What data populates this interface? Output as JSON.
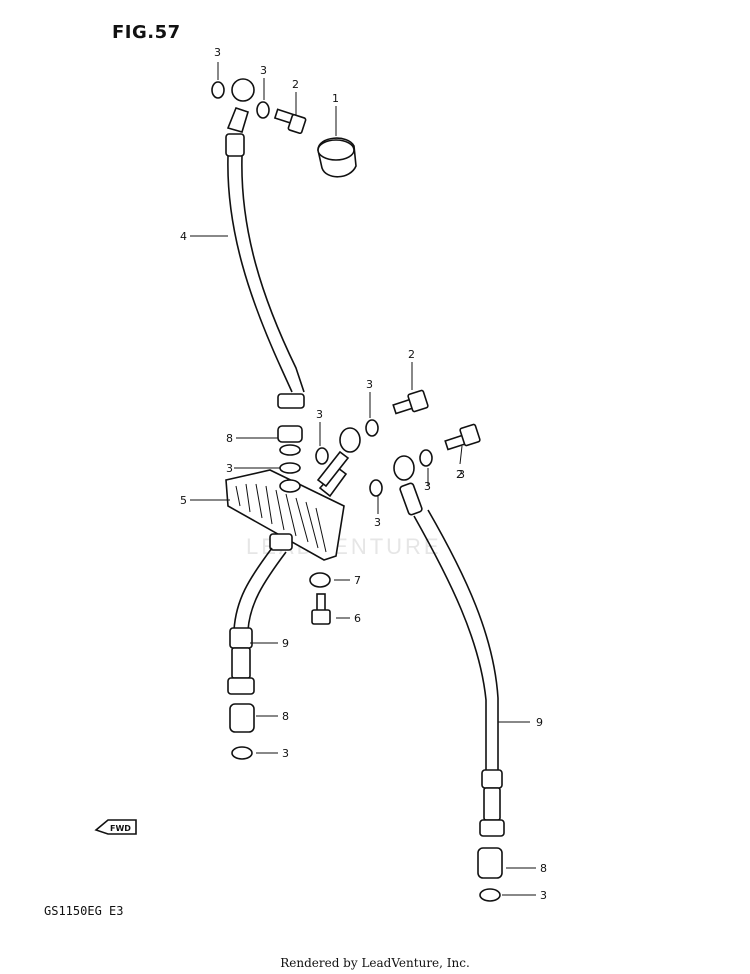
{
  "figure_title": "FIG.57",
  "model_code": "GS1150EG E3",
  "footer": "Rendered by LeadVenture, Inc.",
  "watermark": "LEADVENTURE",
  "fwd_label": "FWD",
  "callouts": [
    {
      "id": "c1",
      "label": "3"
    },
    {
      "id": "c2",
      "label": "3"
    },
    {
      "id": "c3",
      "label": "2"
    },
    {
      "id": "c4",
      "label": "1"
    },
    {
      "id": "c5",
      "label": "4"
    },
    {
      "id": "c6",
      "label": "2"
    },
    {
      "id": "c7",
      "label": "3"
    },
    {
      "id": "c8",
      "label": "3"
    },
    {
      "id": "c9",
      "label": "8"
    },
    {
      "id": "c10",
      "label": "3"
    },
    {
      "id": "c11",
      "label": "2"
    },
    {
      "id": "c12",
      "label": "3"
    },
    {
      "id": "c13",
      "label": "5"
    },
    {
      "id": "c14",
      "label": "3"
    },
    {
      "id": "c15",
      "label": "7"
    },
    {
      "id": "c16",
      "label": "6"
    },
    {
      "id": "c17",
      "label": "9"
    },
    {
      "id": "c18",
      "label": "8"
    },
    {
      "id": "c19",
      "label": "3"
    },
    {
      "id": "c20",
      "label": "9"
    },
    {
      "id": "c21",
      "label": "8"
    },
    {
      "id": "c22",
      "label": "3"
    }
  ]
}
